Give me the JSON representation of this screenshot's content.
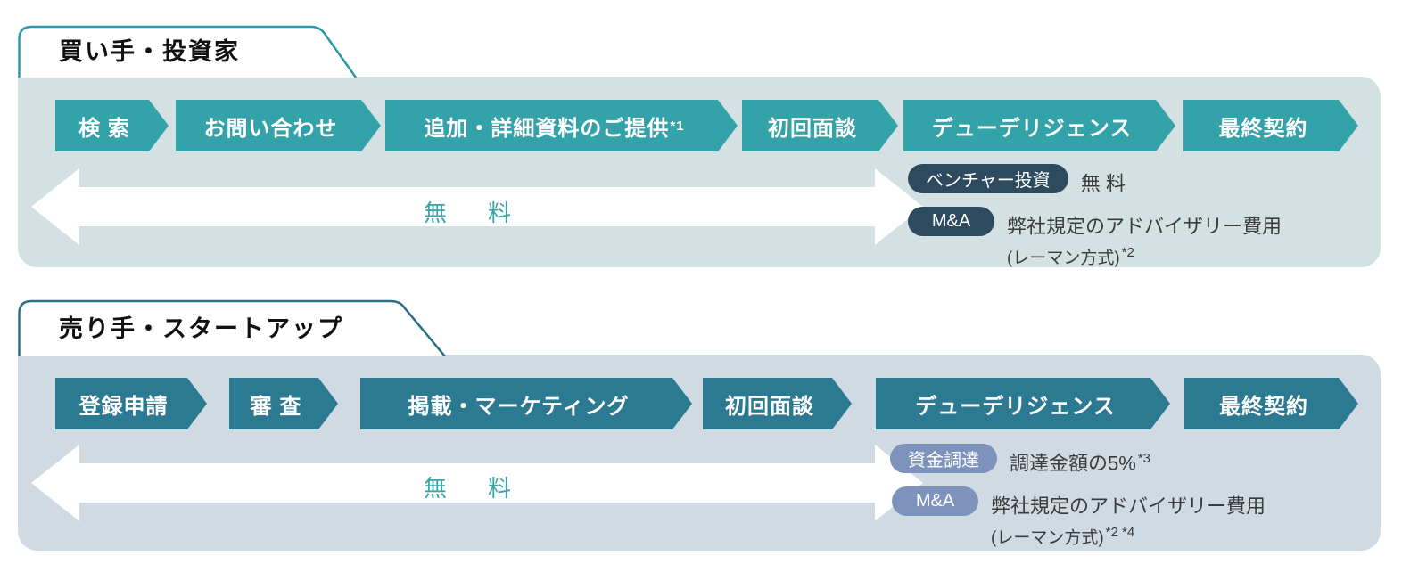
{
  "panels": [
    {
      "tab_label": "買い手・投資家",
      "flow": [
        {
          "label": "検 索",
          "sup": ""
        },
        {
          "label": "お問い合わせ",
          "sup": ""
        },
        {
          "label": "追加・詳細資料のご提供",
          "sup": "*1"
        },
        {
          "label": "初回面談",
          "sup": ""
        },
        {
          "label": "デューデリジェンス",
          "sup": ""
        },
        {
          "label": "最終契約",
          "sup": ""
        }
      ],
      "arrow_label": "無　料",
      "fees": [
        {
          "badge": "ベンチャー投資",
          "text": "無 料",
          "text_sup": "",
          "note": "",
          "note_sup": ""
        },
        {
          "badge": "M&A",
          "text": "弊社規定のアドバイザリー費用",
          "text_sup": "",
          "note": "(レーマン方式)",
          "note_sup": "*2"
        }
      ]
    },
    {
      "tab_label": "売り手・スタートアップ",
      "flow": [
        {
          "label": "登録申請",
          "sup": ""
        },
        {
          "label": "審 査",
          "sup": ""
        },
        {
          "label": "掲載・マーケティング",
          "sup": ""
        },
        {
          "label": "初回面談",
          "sup": ""
        },
        {
          "label": "デューデリジェンス",
          "sup": ""
        },
        {
          "label": "最終契約",
          "sup": ""
        }
      ],
      "arrow_label": "無　料",
      "fees": [
        {
          "badge": "資金調達",
          "text": "調達金額の5%",
          "text_sup": "*3",
          "note": "",
          "note_sup": ""
        },
        {
          "badge": "M&A",
          "text": "弊社規定のアドバイザリー費用",
          "text_sup": "",
          "note": "(レーマン方式)",
          "note_sup": "*2 *4"
        }
      ]
    }
  ],
  "colors": {
    "top_panel_bg": "#d3e1e3",
    "top_chevron": "#33a2a9",
    "top_tab_border": "#2e98a4",
    "top_badge": "#2e4a5e",
    "bottom_panel_bg": "#cfdae3",
    "bottom_chevron": "#2c7a91",
    "bottom_tab_border": "#2b6f86",
    "bottom_badge": "#7e93bc",
    "free_text": "#3aa3aa"
  }
}
